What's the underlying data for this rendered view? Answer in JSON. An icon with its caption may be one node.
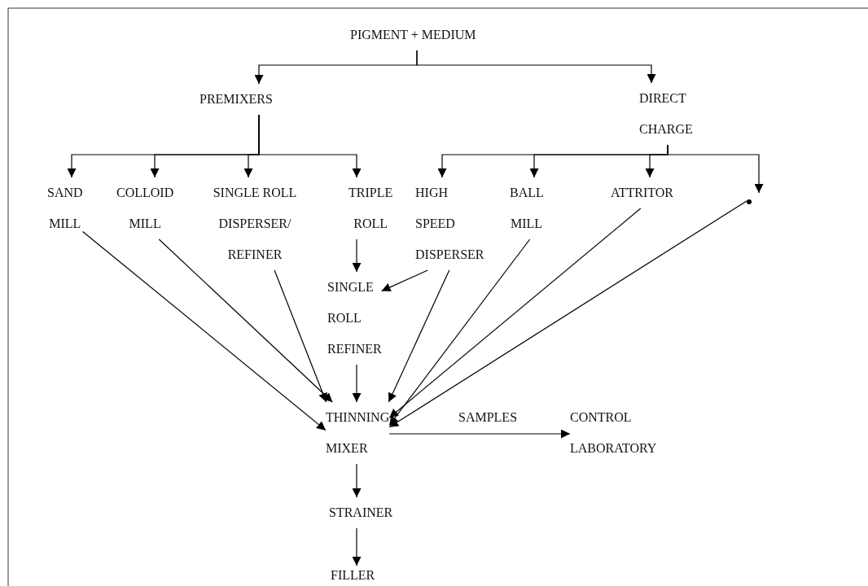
{
  "diagram": {
    "nodes": [
      {
        "text": [
          "PIGMENT + MEDIUM"
        ]
      },
      {
        "text": [
          "PREMIXERS"
        ]
      },
      {
        "text": [
          "DIRECT CHARGE"
        ]
      },
      {
        "text": [
          "SAND MILL"
        ]
      },
      {
        "text": [
          "COLLOID MILL"
        ]
      },
      {
        "text": [
          "SINGLE ROLL DISPERSER/ REFINER"
        ]
      },
      {
        "text": [
          "TRIPLE ROLL"
        ]
      },
      {
        "text": [
          "HIGH SPEED DISPERSER"
        ]
      },
      {
        "text": [
          "BALL MILL"
        ]
      },
      {
        "text": [
          "ATTRITOR"
        ]
      },
      {
        "text": [],
        "shape": "dot"
      },
      {
        "text": [
          "SINGLE ROLL REFINER"
        ]
      },
      {
        "text": [
          "THINNING MIXER"
        ]
      },
      {
        "text": [
          "CONTROL LABORATORY"
        ]
      },
      {
        "text": [
          "STRAINER"
        ]
      },
      {
        "text": [
          "FILLER"
        ]
      }
    ],
    "edges": [
      {
        "from": 0,
        "to": 1,
        "arrow": "to"
      },
      {
        "from": 0,
        "to": 2,
        "arrow": "to"
      },
      {
        "from": 1,
        "to": 3,
        "arrow": "to"
      },
      {
        "from": 1,
        "to": 4,
        "arrow": "to"
      },
      {
        "from": 1,
        "to": 5,
        "arrow": "to"
      },
      {
        "from": 1,
        "to": 6,
        "arrow": "to"
      },
      {
        "from": 2,
        "to": 7,
        "arrow": "to"
      },
      {
        "from": 2,
        "to": 8,
        "arrow": "to"
      },
      {
        "from": 2,
        "to": 9,
        "arrow": "to"
      },
      {
        "from": 2,
        "to": 10,
        "arrow": "to"
      },
      {
        "from": 6,
        "to": 11,
        "arrow": "to"
      },
      {
        "from": 7,
        "to": 11,
        "arrow": "to"
      },
      {
        "from": 3,
        "to": 12,
        "arrow": "to"
      },
      {
        "from": 4,
        "to": 12,
        "arrow": "to"
      },
      {
        "from": 5,
        "to": 12,
        "arrow": "to"
      },
      {
        "from": 7,
        "to": 12,
        "arrow": "to"
      },
      {
        "from": 8,
        "to": 12,
        "arrow": "to"
      },
      {
        "from": 9,
        "to": 12,
        "arrow": "to"
      },
      {
        "from": 10,
        "to": 12,
        "arrow": "to"
      },
      {
        "from": 11,
        "to": 12,
        "arrow": "to"
      },
      {
        "from": 12,
        "to": 13,
        "label": "SAMPLES",
        "arrow": "to"
      },
      {
        "from": 12,
        "to": 14,
        "arrow": "to"
      },
      {
        "from": 14,
        "to": 15,
        "arrow": "to"
      }
    ]
  }
}
